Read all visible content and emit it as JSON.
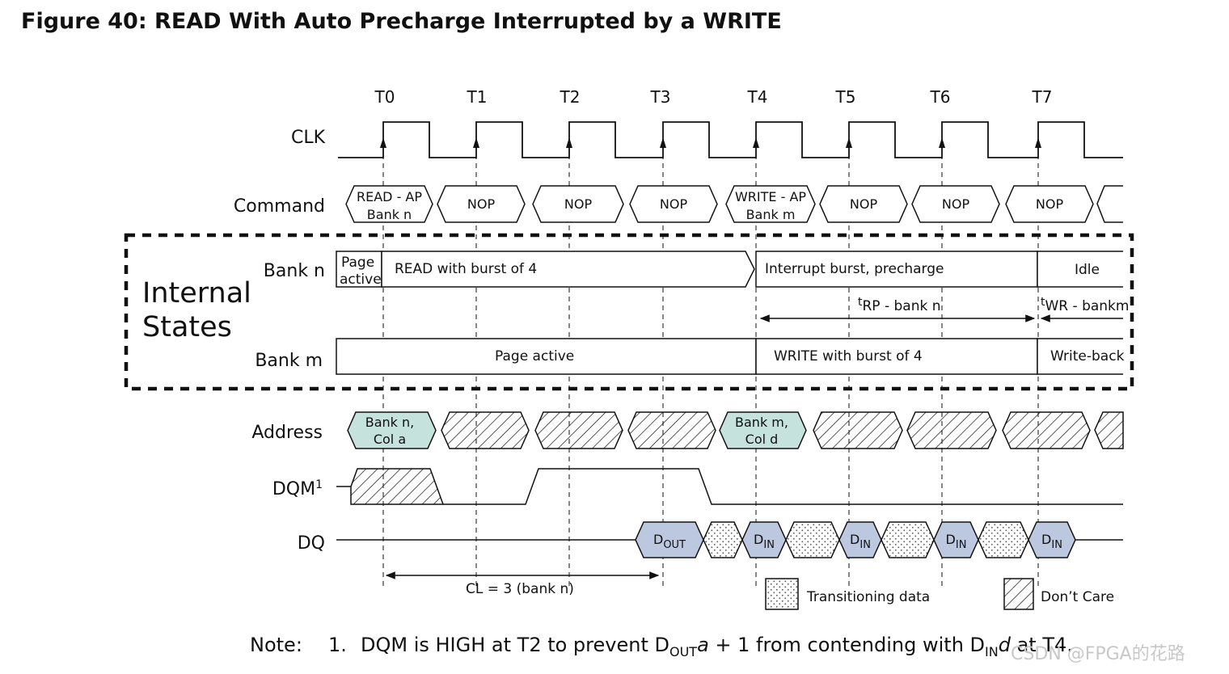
{
  "title": "Figure 40: READ With Auto Precharge Interrupted by a WRITE",
  "clock_labels": [
    "T0",
    "T1",
    "T2",
    "T3",
    "T4",
    "T5",
    "T6",
    "T7"
  ],
  "row_labels": {
    "clk": "CLK",
    "command": "Command",
    "bank_n": "Bank n",
    "bank_m": "Bank m",
    "address": "Address",
    "dqm": "DQM",
    "dqm_sup": "1",
    "dq": "DQ"
  },
  "internal_states": {
    "line1": "Internal",
    "line2": "States"
  },
  "commands": [
    {
      "line1": "READ - AP",
      "line2": "Bank n"
    },
    {
      "line1": "NOP",
      "line2": ""
    },
    {
      "line1": "NOP",
      "line2": ""
    },
    {
      "line1": "NOP",
      "line2": ""
    },
    {
      "line1": "WRITE - AP",
      "line2": "Bank m"
    },
    {
      "line1": "NOP",
      "line2": ""
    },
    {
      "line1": "NOP",
      "line2": ""
    },
    {
      "line1": "NOP",
      "line2": ""
    }
  ],
  "bank_n_states": {
    "page_active_line1": "Page",
    "page_active_line2": "active",
    "read_burst": "READ with burst of 4",
    "interrupt": "Interrupt burst, precharge",
    "idle": "Idle"
  },
  "timing": {
    "trp_t": "t",
    "trp_sub": "RP - bank n",
    "twr_t": "t",
    "twr_sub": "WR - bankm"
  },
  "bank_m_states": {
    "page_active": "Page active",
    "write_burst": "WRITE with burst of 4",
    "write_back": "Write-back"
  },
  "address": [
    {
      "line1": "Bank n,",
      "line2": "Col a"
    },
    {
      "line1": "Bank m,",
      "line2": "Col d"
    }
  ],
  "dq": {
    "dout": "D",
    "dout_sub": "OUT",
    "din": "D",
    "din_sub": "IN"
  },
  "cl_label": "CL = 3 (bank n)",
  "legend": {
    "transitioning": "Transitioning data",
    "dont_care": "Don’t Care"
  },
  "note": {
    "prefix": "Note:",
    "number": "1.",
    "part1": "DQM is HIGH at T2 to prevent D",
    "sub1": "OUT",
    "part2": "a",
    "part3": " + 1 from contending with D",
    "sub2": "IN",
    "part4": "d",
    "part5": " at T4."
  },
  "watermark": "CSDN @FPGA的花路",
  "colors": {
    "address_fill": "#c5e2dd",
    "dq_fill": "#bcc7e0",
    "line": "#111111"
  }
}
